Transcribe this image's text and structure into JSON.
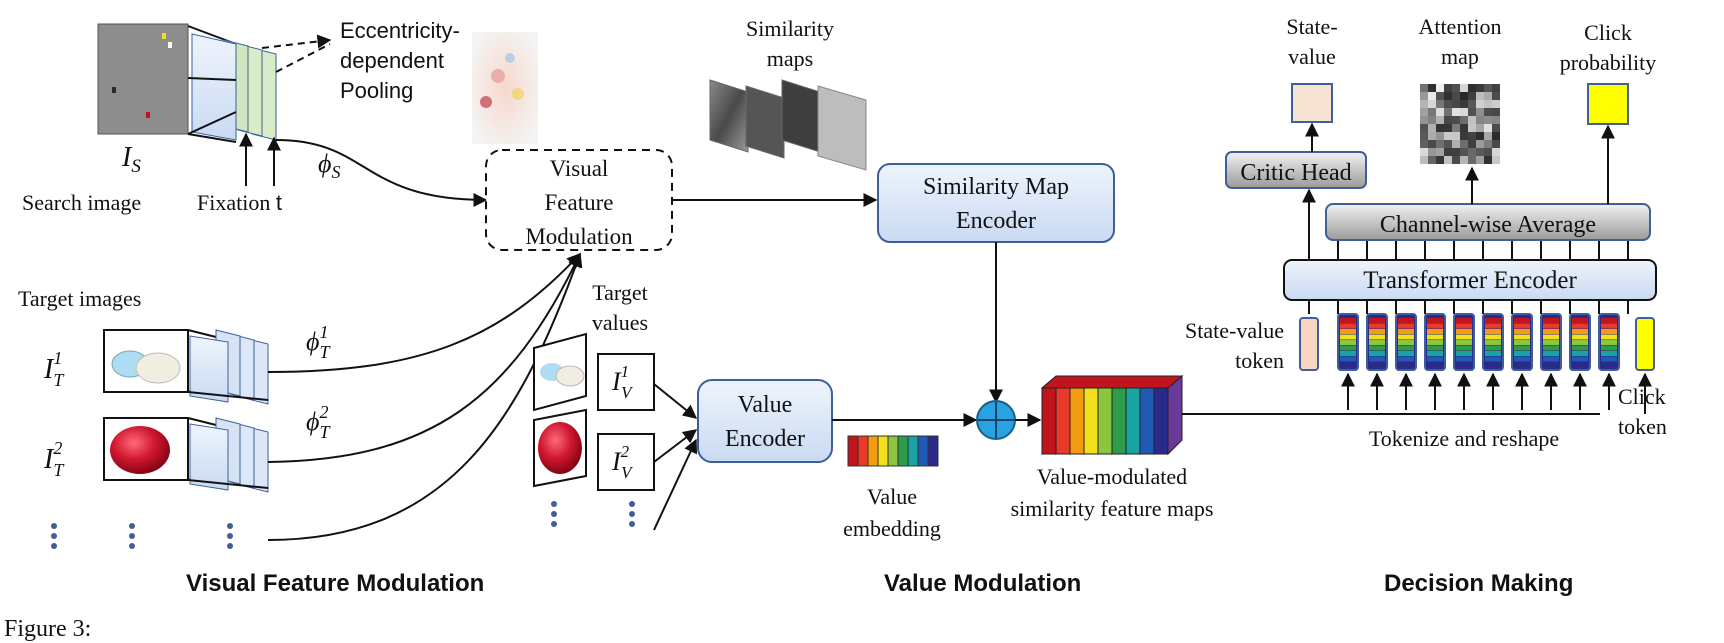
{
  "search": {
    "label": "Search image",
    "symbol": "I",
    "symbol_sub": "S",
    "fixation_label": "Fixation",
    "fixation_var": "t",
    "pooling_label": [
      "Eccentricity-",
      "dependent",
      "Pooling"
    ],
    "phi": "ϕ",
    "phi_sub": "S"
  },
  "targets": {
    "label": "Target images",
    "rows": [
      {
        "symbol": "I",
        "sub": "T",
        "sup": "1",
        "phi_sub": "T",
        "phi_sup": "1"
      },
      {
        "symbol": "I",
        "sub": "T",
        "sup": "2",
        "phi_sub": "T",
        "phi_sup": "2"
      }
    ],
    "values_label": [
      "Target",
      "values"
    ],
    "value_rows": [
      {
        "symbol": "I",
        "sub": "V",
        "sup": "1"
      },
      {
        "symbol": "I",
        "sub": "V",
        "sup": "2"
      }
    ]
  },
  "vfm_box": {
    "lines": [
      "Visual",
      "Feature",
      "Modulation"
    ]
  },
  "similarity_maps_label": [
    "Similarity",
    "maps"
  ],
  "similarity_encoder": {
    "lines": [
      "Similarity Map",
      "Encoder"
    ]
  },
  "value_encoder": {
    "lines": [
      "Value",
      "Encoder"
    ]
  },
  "value_embedding_label": [
    "Value",
    "embedding"
  ],
  "value_modulated_label": [
    "Value-modulated",
    "similarity feature maps"
  ],
  "tokenize_label": "Tokenize and reshape",
  "state_value_token_label": [
    "State-value",
    "token"
  ],
  "click_token_label": [
    "Click",
    "token"
  ],
  "transformer_encoder": "Transformer Encoder",
  "channel_avg": "Channel-wise Average",
  "critic_head": "Critic Head",
  "outputs": {
    "state_value": [
      "State-",
      "value"
    ],
    "attention_map": [
      "Attention",
      "map"
    ],
    "click_probability": [
      "Click",
      "probability"
    ]
  },
  "sections": {
    "vfm": "Visual Feature Modulation",
    "value_mod": "Value Modulation",
    "decision": "Decision Making"
  },
  "caption_fragment": "Figure 3:",
  "colors": {
    "box_fill": "#dce8f8",
    "box_stroke": "#3e5f9a",
    "plus_fill": "#29a3e0",
    "state_token": "#f8d6c3",
    "click_token": "#ffff00",
    "rainbow": [
      "#c0151d",
      "#e8392a",
      "#f39c12",
      "#f4e01a",
      "#8cc63f",
      "#2e9d4a",
      "#1aa3a3",
      "#1f5bb5",
      "#2a2a8a"
    ]
  }
}
